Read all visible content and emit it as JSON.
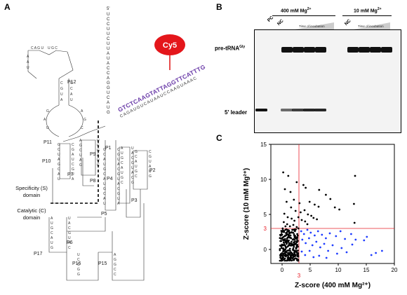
{
  "panels": {
    "a": "A",
    "b": "B",
    "c": "C"
  },
  "panel_a": {
    "tag_label": "Cy5",
    "probe_seq": "GTCTCAAGTATTAGGTTCATTTG",
    "helices": [
      "P12",
      "P11",
      "P10",
      "P9",
      "P7",
      "P8",
      "P1",
      "P4",
      "P2",
      "P3",
      "P5",
      "P6",
      "P15",
      "P16",
      "P17"
    ],
    "domain_s": [
      "Specificity (S)",
      "domain"
    ],
    "domain_c": [
      "Catalytic (C)",
      "domain"
    ]
  },
  "panel_b": {
    "cond1": "400 mM Mg",
    "cond2": "10 mM Mg",
    "sup": "2+",
    "lane_pc": "PC",
    "lane_nc1": "NC",
    "lane_nc2": "NC",
    "time1": "Time of incubation",
    "time2": "Time of incubation",
    "row_pre": "pre-tRNA",
    "row_pre_sup": "Gly",
    "row_leader": "5' leader",
    "pre_band_lanes": [
      0,
      0,
      1,
      1,
      1,
      1,
      0,
      1,
      1,
      1,
      1
    ],
    "leader_band_lanes": [
      1,
      0,
      0.6,
      0.8,
      0.9,
      0.9,
      0,
      0,
      0,
      0,
      0
    ]
  },
  "chart_data": {
    "type": "scatter",
    "xlabel": "Z-score (400 mM Mg²⁺)",
    "ylabel": "Z-score (10 mM Mg²⁺)",
    "xlim": [
      -2,
      20
    ],
    "ylim": [
      -2,
      15
    ],
    "xticks": [
      "0",
      "5",
      "10",
      "15",
      "20"
    ],
    "yticks": [
      "0",
      "5",
      "10",
      "15"
    ],
    "threshold_x": 3,
    "threshold_y": 3,
    "threshold_label_x": "3",
    "threshold_label_y": "3",
    "colors": {
      "black": "#000000",
      "blue": "#1f3dff",
      "red": "#e8202a"
    },
    "series": [
      {
        "color": "black",
        "points": [
          [
            0.2,
            11
          ],
          [
            1.1,
            10.5
          ],
          [
            0.5,
            8.6
          ],
          [
            1.5,
            8.2
          ],
          [
            2.6,
            9.6
          ],
          [
            3.8,
            9.2
          ],
          [
            4.2,
            8.8
          ],
          [
            6.6,
            8.5
          ],
          [
            7.8,
            7.8
          ],
          [
            8.6,
            7.2
          ],
          [
            4.9,
            6.8
          ],
          [
            5.8,
            6.4
          ],
          [
            6.5,
            6.1
          ],
          [
            9.4,
            6.0
          ],
          [
            10.2,
            5.7
          ],
          [
            13.0,
            10.5
          ],
          [
            12.8,
            6.5
          ],
          [
            0.8,
            6.8
          ],
          [
            2.1,
            7.1
          ],
          [
            3.1,
            6.6
          ],
          [
            1.6,
            6.0
          ],
          [
            2.4,
            5.5
          ],
          [
            3.3,
            5.3
          ],
          [
            4.0,
            5.6
          ],
          [
            4.6,
            5.0
          ],
          [
            5.2,
            4.8
          ],
          [
            5.6,
            4.5
          ],
          [
            6.2,
            4.3
          ],
          [
            0.4,
            5.1
          ],
          [
            1.0,
            4.6
          ],
          [
            1.7,
            4.4
          ],
          [
            2.2,
            4.1
          ],
          [
            2.9,
            4.6
          ],
          [
            3.5,
            4.2
          ],
          [
            4.1,
            4.0
          ],
          [
            4.5,
            3.6
          ],
          [
            0.3,
            3.9
          ],
          [
            0.9,
            3.6
          ],
          [
            1.4,
            3.3
          ],
          [
            2.0,
            3.5
          ],
          [
            2.6,
            3.2
          ],
          [
            12.9,
            3.8
          ],
          [
            0.1,
            3.0
          ],
          [
            0.6,
            2.8
          ],
          [
            1.2,
            2.6
          ],
          [
            1.8,
            2.4
          ],
          [
            2.3,
            2.7
          ],
          [
            2.7,
            2.2
          ],
          [
            0.0,
            2.1
          ],
          [
            0.5,
            1.9
          ],
          [
            1.0,
            1.7
          ],
          [
            1.6,
            1.6
          ],
          [
            2.1,
            1.4
          ],
          [
            2.6,
            1.6
          ],
          [
            -0.3,
            1.2
          ],
          [
            0.3,
            1.0
          ],
          [
            0.8,
            0.8
          ],
          [
            1.3,
            0.9
          ],
          [
            1.9,
            0.6
          ],
          [
            2.4,
            0.8
          ],
          [
            2.8,
            0.4
          ],
          [
            -0.1,
            0.2
          ],
          [
            0.4,
            0.0
          ],
          [
            0.9,
            -0.2
          ],
          [
            1.4,
            0.1
          ],
          [
            2.0,
            -0.1
          ],
          [
            2.5,
            0.1
          ],
          [
            0.2,
            -0.6
          ],
          [
            0.7,
            -0.9
          ],
          [
            1.2,
            -0.5
          ],
          [
            1.7,
            -0.8
          ],
          [
            2.2,
            -0.4
          ],
          [
            2.7,
            -0.7
          ],
          [
            0.5,
            -1.3
          ],
          [
            1.1,
            -1.1
          ],
          [
            1.8,
            -1.2
          ],
          [
            -0.2,
            -0.9
          ],
          [
            0.6,
            3.3
          ],
          [
            1.5,
            2.0
          ],
          [
            2.9,
            3.0
          ]
        ]
      },
      {
        "color": "blue",
        "points": [
          [
            3.4,
            2.6
          ],
          [
            3.9,
            2.2
          ],
          [
            4.5,
            2.8
          ],
          [
            5.1,
            2.4
          ],
          [
            5.8,
            2.0
          ],
          [
            6.4,
            2.6
          ],
          [
            7.1,
            2.1
          ],
          [
            7.8,
            1.6
          ],
          [
            8.5,
            2.3
          ],
          [
            9.6,
            1.9
          ],
          [
            10.4,
            2.6
          ],
          [
            11.2,
            1.5
          ],
          [
            12.3,
            2.2
          ],
          [
            13.1,
            1.4
          ],
          [
            3.6,
            1.4
          ],
          [
            4.2,
            0.9
          ],
          [
            4.8,
            1.6
          ],
          [
            5.4,
            0.6
          ],
          [
            6.1,
            1.1
          ],
          [
            6.8,
            0.3
          ],
          [
            7.5,
            0.8
          ],
          [
            8.2,
            -0.2
          ],
          [
            9.0,
            0.6
          ],
          [
            9.8,
            -0.6
          ],
          [
            10.6,
            0.2
          ],
          [
            11.5,
            -0.4
          ],
          [
            12.5,
            0.7
          ],
          [
            3.5,
            -0.3
          ],
          [
            4.1,
            -0.8
          ],
          [
            4.9,
            -0.2
          ],
          [
            5.6,
            -1.1
          ],
          [
            6.6,
            -0.9
          ],
          [
            7.9,
            -1.2
          ],
          [
            14.6,
            1.3
          ],
          [
            15.9,
            -0.8
          ],
          [
            16.7,
            -0.5
          ],
          [
            17.8,
            -0.2
          ],
          [
            15.1,
            1.8
          ]
        ]
      }
    ]
  }
}
